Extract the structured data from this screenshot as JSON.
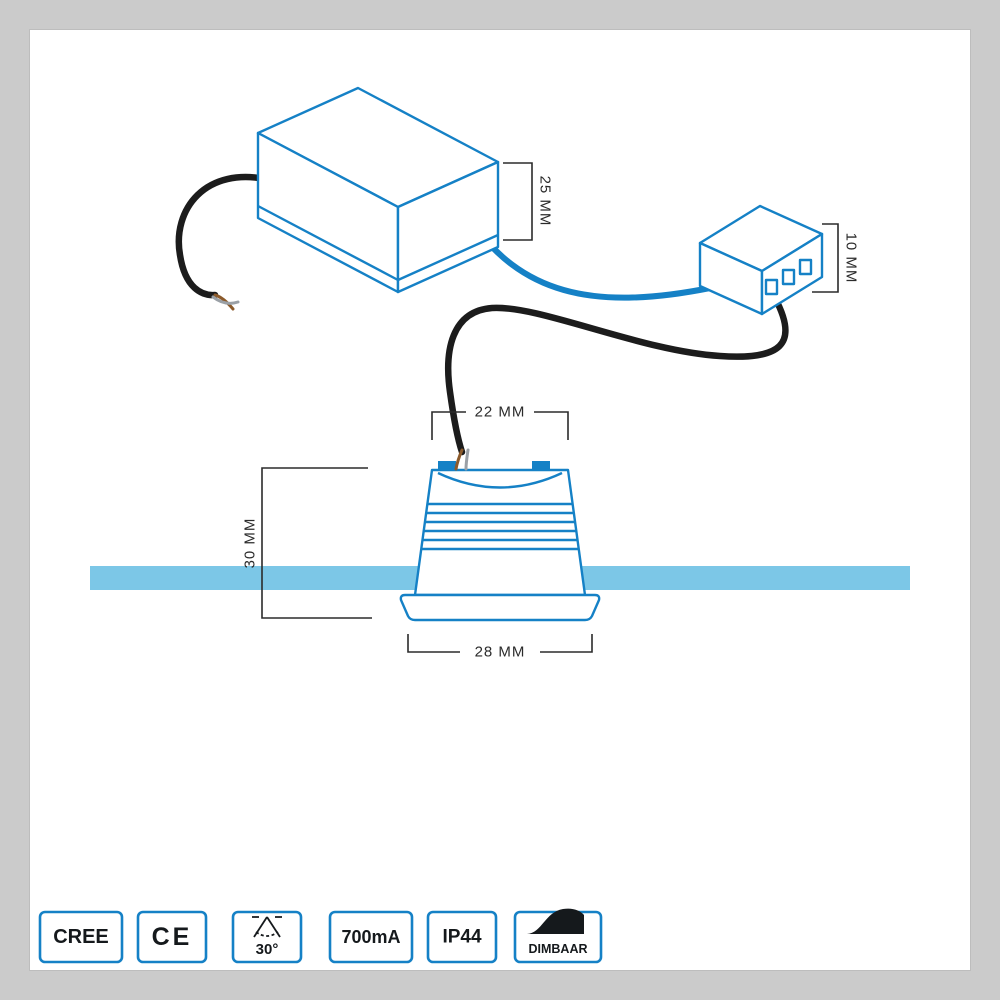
{
  "diagram": {
    "type": "product-dimension-diagram",
    "subject": "recessed LED spot with driver and junction box"
  },
  "colors": {
    "line_blue": "#1581c6",
    "ceiling_blue": "#7cc7e7",
    "cable_black": "#1c1c1c",
    "wire_brown": "#8b5a2b",
    "wire_gray": "#9aa0a6",
    "frame_gray": "#cbcbcb",
    "panel_white": "#ffffff"
  },
  "dimensions": {
    "driver_height": "25 MM",
    "junction_box_height": "10 MM",
    "spot_top_width": "22 MM",
    "spot_recess_depth": "30 MM",
    "spot_flange_width": "28 MM"
  },
  "badges": [
    {
      "id": "cree",
      "label": "CREE"
    },
    {
      "id": "ce",
      "label": "CE"
    },
    {
      "id": "beam-angle",
      "label": "30°",
      "icon": "beam-angle-icon"
    },
    {
      "id": "current",
      "label": "700mA"
    },
    {
      "id": "ip-rating",
      "label": "IP44"
    },
    {
      "id": "dimmable",
      "label": "DIMBAAR",
      "icon": "dimmer-curve-icon"
    }
  ]
}
